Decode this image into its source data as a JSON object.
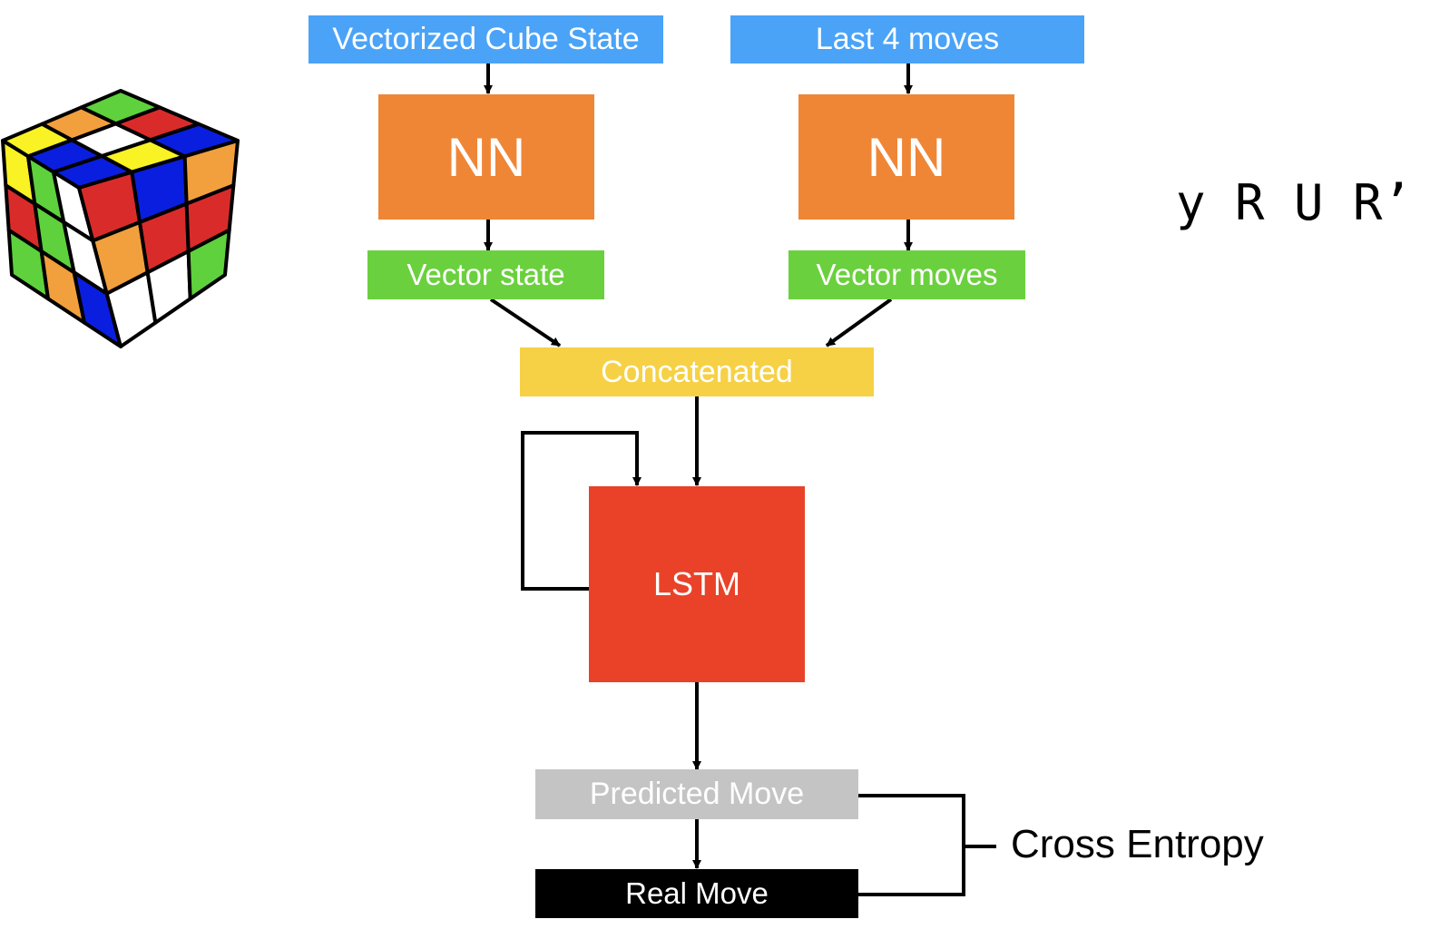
{
  "colors": {
    "input_blue": "#4aa3f7",
    "nn_orange": "#ef8636",
    "vector_green": "#6bd03e",
    "concat_yellow": "#f6d145",
    "lstm_red": "#e94228",
    "predicted_gray": "#c4c4c4",
    "real_black": "#000000",
    "line": "#000000"
  },
  "inputs": {
    "cube_state": "Vectorized Cube State",
    "last_moves": "Last 4 moves"
  },
  "nn": {
    "left": "NN",
    "right": "NN"
  },
  "vectors": {
    "state": "Vector state",
    "moves": "Vector moves"
  },
  "concat": "Concatenated",
  "lstm": "LSTM",
  "outputs": {
    "predicted": "Predicted Move",
    "real": "Real Move"
  },
  "loss": "Cross Entropy",
  "move_sequence": [
    "y",
    "R",
    "U",
    "R’"
  ],
  "cube_image": {
    "top_face": [
      [
        "yellow",
        "orange",
        "green"
      ],
      [
        "blue",
        "white",
        "red"
      ],
      [
        "blue",
        "yellow",
        "blue"
      ]
    ],
    "left_face": [
      [
        "yellow",
        "green",
        "white"
      ],
      [
        "red",
        "green",
        "white"
      ],
      [
        "green",
        "orange",
        "blue"
      ]
    ],
    "right_face": [
      [
        "red",
        "blue",
        "orange"
      ],
      [
        "orange",
        "red",
        "red"
      ],
      [
        "white",
        "white",
        "green"
      ]
    ]
  }
}
